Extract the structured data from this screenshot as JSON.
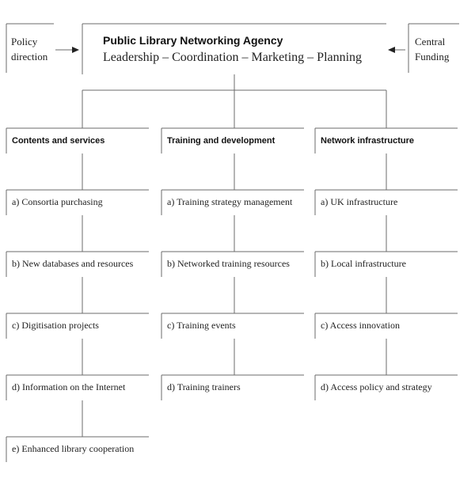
{
  "agency": {
    "title": "Public Library Networking Agency",
    "subtitle": "Leadership – Coordination – Marketing – Planning"
  },
  "left_input": {
    "line1": "Policy",
    "line2": "direction"
  },
  "right_input": {
    "line1": "Central",
    "line2": "Funding"
  },
  "columns": [
    {
      "heading": "Contents and services",
      "items": [
        "a) Consortia purchasing",
        "b) New databases and resources",
        "c) Digitisation projects",
        "d) Information on the Internet",
        "e) Enhanced library cooperation"
      ]
    },
    {
      "heading": "Training and development",
      "items": [
        "a) Training strategy management",
        "b) Networked training resources",
        "c) Training events",
        "d) Training trainers"
      ]
    },
    {
      "heading": "Network infrastructure",
      "items": [
        "a) UK infrastructure",
        "b) Local infrastructure",
        "c) Access innovation",
        "d) Access policy and strategy"
      ]
    }
  ]
}
